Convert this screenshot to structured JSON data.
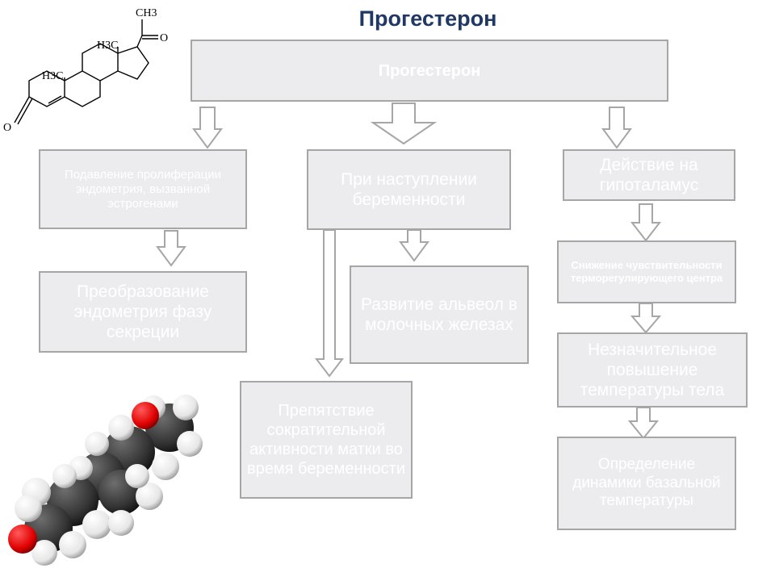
{
  "title": "Прогестерон",
  "main_box": "Прогестерон",
  "nodes": {
    "suppression": "Подавление пролиферации эндометрия, вызванной эстрогенами",
    "transformation": "Преобразование эндометрия фазу секреции",
    "pregnancy": "При наступлении беременности",
    "alveoli": "Развитие альвеол в молочных железах",
    "obstacle": "Препятствие сократительной активности матки во время беременности",
    "hypothalamus": "Действие на гипоталамус",
    "sensitivity": "Снижение чувствительности терморегулирующего центра",
    "temperature": "Незначительное повышение температуры тела",
    "basal": "Определение динамики базальной температуры"
  },
  "formula": {
    "ch3_top": "CH3",
    "h3c_a": "H3C",
    "h3c_b": "H3C",
    "carbonyl_o": "O",
    "ketone_o": "O"
  },
  "colors": {
    "title": "#1f3864",
    "box_fill": "#ececef",
    "box_border": "#a6a6a6",
    "box_text": "#ffffff",
    "oxygen": "#e00000",
    "carbon": "#333333",
    "hydrogen": "#f2f2f2"
  }
}
